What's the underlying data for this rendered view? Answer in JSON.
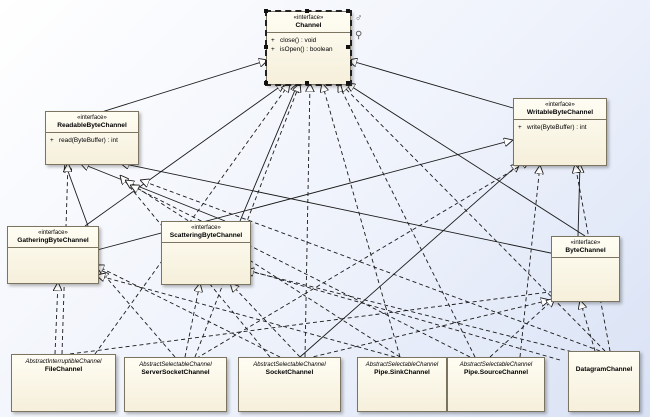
{
  "classes": {
    "channel": {
      "stereotype": "«interface»",
      "name": "Channel",
      "ops": [
        "close() : void",
        "isOpen() : boolean"
      ]
    },
    "readable": {
      "stereotype": "«interface»",
      "name": "ReadableByteChannel",
      "ops": [
        "read(ByteBuffer) : int"
      ]
    },
    "writable": {
      "stereotype": "«interface»",
      "name": "WritableByteChannel",
      "ops": [
        "write(ByteBuffer) : int"
      ]
    },
    "gathering": {
      "stereotype": "«interface»",
      "name": "GatheringByteChannel"
    },
    "scattering": {
      "stereotype": "«interface»",
      "name": "ScatteringByteChannel"
    },
    "bytechannel": {
      "stereotype": "«interface»",
      "name": "ByteChannel"
    },
    "filechannel": {
      "stereotype": "AbstractInterruptibleChannel",
      "name": "FileChannel"
    },
    "serversocket": {
      "stereotype": "AbstractSelectableChannel",
      "name": "ServerSocketChannel"
    },
    "socket": {
      "stereotype": "AbstractSelectableChannel",
      "name": "SocketChannel"
    },
    "pipesink": {
      "stereotype": "AbstractSelectableChannel",
      "name": "Pipe.SinkChannel"
    },
    "pipesource": {
      "stereotype": "AbstractSelectableChannel",
      "name": "Pipe.SourceChannel"
    },
    "datagram": {
      "name": "DatagramChannel"
    }
  },
  "op_marker": "+",
  "icons": [
    "link-icon",
    "zoom-icon"
  ],
  "colors": {
    "class_fill": "#f8f3e0",
    "border": "#7a7460",
    "line": "#1a1a1a"
  }
}
